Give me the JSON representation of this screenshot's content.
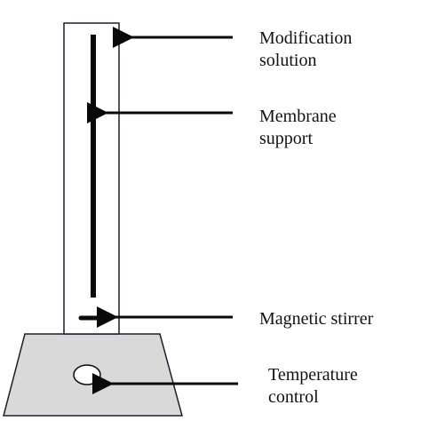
{
  "labels": {
    "modification": [
      "Modification",
      "solution"
    ],
    "membrane": [
      "Membrane",
      "support"
    ],
    "stirrer": [
      "Magnetic stirrer"
    ],
    "temperature": [
      "Temperature",
      "control"
    ]
  },
  "colors": {
    "background": "#ffffff",
    "stroke": "#1a1f2e",
    "plate_fill": "#d9d9d9",
    "arrow": "#0a0a0a"
  }
}
